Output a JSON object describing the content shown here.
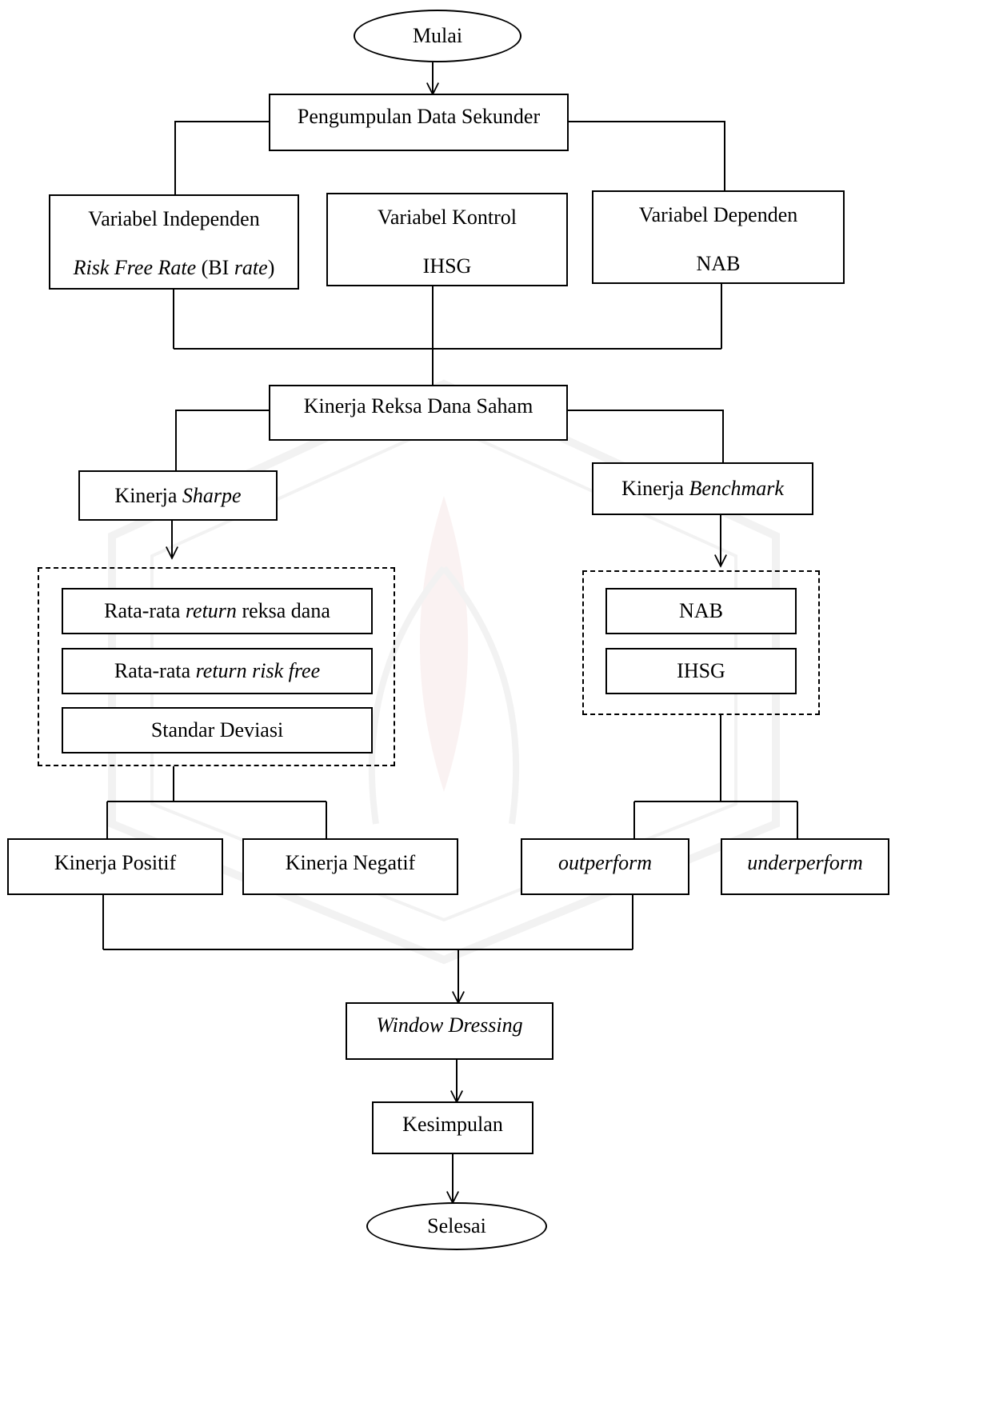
{
  "start": "Mulai",
  "collect": "Pengumpulan Data Sekunder",
  "var_independen": {
    "title": "Variabel Independen",
    "value_italic_a": "Risk Free Rate",
    "value_normal": " (BI ",
    "value_italic_b": "rate",
    "value_end": ")"
  },
  "var_kontrol": {
    "title": "Variabel Kontrol",
    "value": "IHSG"
  },
  "var_dependen": {
    "title": "Variabel Dependen",
    "value": "NAB"
  },
  "performance": "Kinerja Reksa Dana Saham",
  "sharpe": {
    "prefix": "Kinerja ",
    "italic": "Sharpe"
  },
  "benchmark": {
    "prefix": "Kinerja ",
    "italic": "Benchmark"
  },
  "sharpe_items": {
    "item1": {
      "pre": "Rata-rata ",
      "italic": "return",
      "post": " reksa dana"
    },
    "item2": {
      "pre": "Rata-rata ",
      "italic": "return risk free"
    },
    "item3": "Standar Deviasi"
  },
  "benchmark_items": {
    "item1": "NAB",
    "item2": "IHSG"
  },
  "positive": "Kinerja Positif",
  "negative": "Kinerja Negatif",
  "outperform": "outperform",
  "underperform": "underperform",
  "window_dressing": "Window Dressing",
  "conclusion": "Kesimpulan",
  "end": "Selesai"
}
